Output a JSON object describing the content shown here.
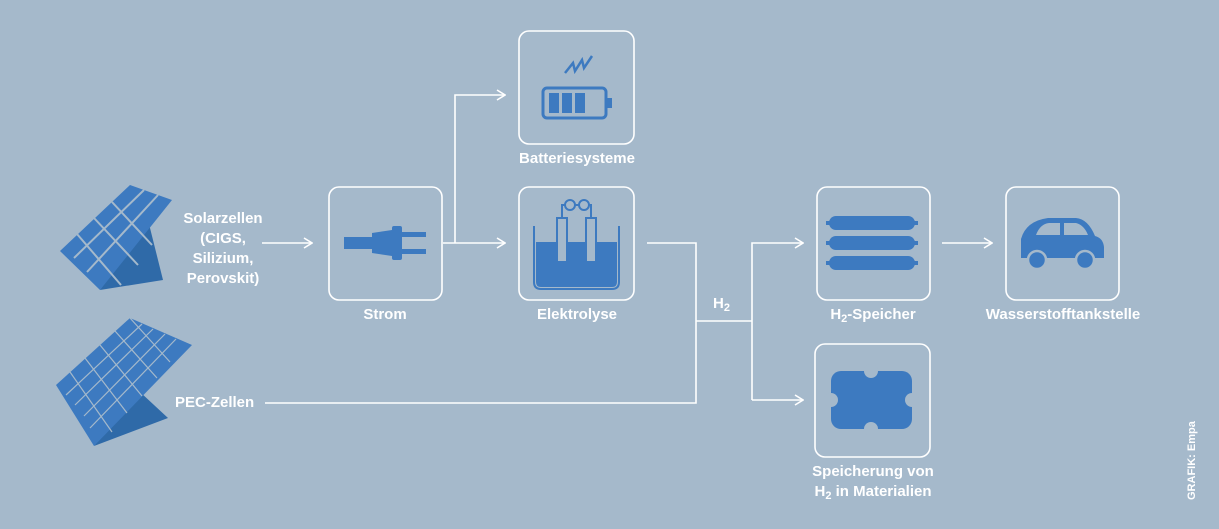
{
  "nodes": {
    "solar": {
      "lines": [
        "Solarzellen",
        "(CIGS,",
        "Silizium,",
        "Perovskit)"
      ]
    },
    "pec": {
      "label": "PEC-Zellen"
    },
    "strom": {
      "label": "Strom"
    },
    "batterie": {
      "label": "Batteriesysteme"
    },
    "elektrolyse": {
      "label": "Elektrolyse"
    },
    "h2": {
      "prefix": "H",
      "sub": "2"
    },
    "h2speicher": {
      "prefix": "H",
      "sub": "2",
      "suffix": "-Speicher"
    },
    "tankstelle": {
      "label": "Wasserstofftankstelle"
    },
    "materialien": {
      "line1": "Speicherung von",
      "prefix": "H",
      "sub": "2",
      "suffix": " in Materialien"
    }
  },
  "credit": "GRAFIK: Empa",
  "colors": {
    "background": "#a5b9cb",
    "icon": "#3d7ac0",
    "line": "#ffffff",
    "solar_dark": "#2f6aa8"
  }
}
